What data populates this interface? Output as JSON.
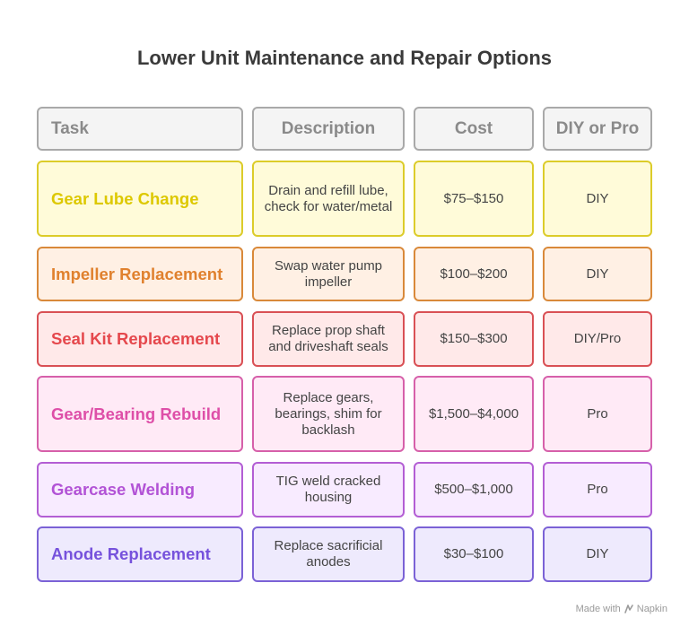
{
  "title": "Lower Unit Maintenance and Repair Options",
  "headers": {
    "task": "Task",
    "description": "Description",
    "cost": "Cost",
    "diy": "DIY or Pro"
  },
  "rows": [
    {
      "task": "Gear Lube Change",
      "description": "Drain and refill lube, check for water/metal",
      "cost": "$75–$150",
      "diy": "DIY",
      "color": "#ddc800",
      "border": "#dccc2a",
      "bg": "#fffbd9"
    },
    {
      "task": "Impeller Replacement",
      "description": "Swap water pump impeller",
      "cost": "$100–$200",
      "diy": "DIY",
      "color": "#e0812e",
      "border": "#d9893a",
      "bg": "#fff0e4"
    },
    {
      "task": "Seal Kit Replacement",
      "description": "Replace prop shaft and driveshaft seals",
      "cost": "$150–$300",
      "diy": "DIY/Pro",
      "color": "#e5484d",
      "border": "#d95055",
      "bg": "#ffe9e9"
    },
    {
      "task": "Gear/Bearing Rebuild",
      "description": "Replace gears, bearings, shim for backlash",
      "cost": "$1,500–$4,000",
      "diy": "Pro",
      "color": "#de4fa8",
      "border": "#d660aa",
      "bg": "#ffeaf6"
    },
    {
      "task": "Gearcase Welding",
      "description": "TIG weld cracked housing",
      "cost": "$500–$1,000",
      "diy": "Pro",
      "color": "#b253d6",
      "border": "#b35ed4",
      "bg": "#f8ebff"
    },
    {
      "task": "Anode Replacement",
      "description": "Replace sacrificial anodes",
      "cost": "$30–$100",
      "diy": "DIY",
      "color": "#7652dc",
      "border": "#7b62d6",
      "bg": "#eeeafd"
    }
  ],
  "footer": {
    "text": "Made with",
    "brand": "Napkin",
    "icon": "napkin-logo-icon"
  }
}
